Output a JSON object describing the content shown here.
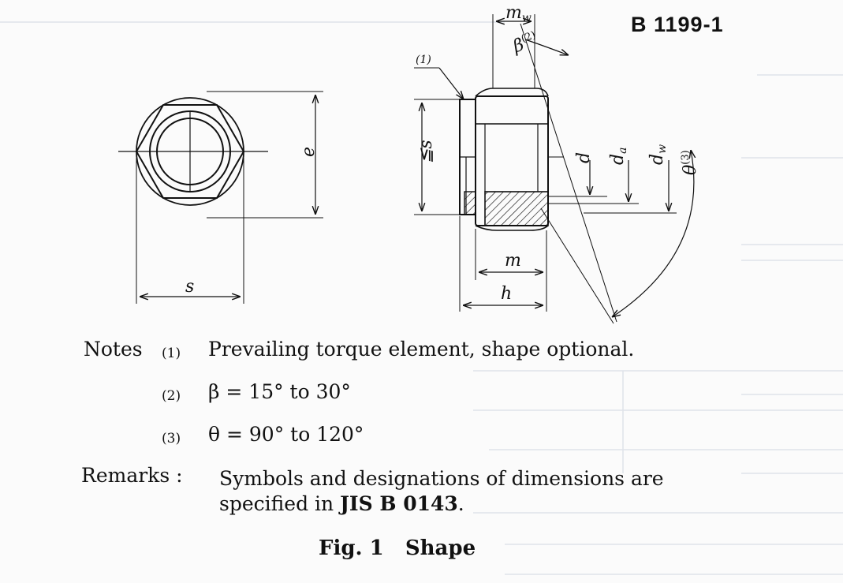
{
  "document": {
    "code": "B 1199-1"
  },
  "figure": {
    "labels": {
      "mw_base": "m",
      "mw_sub": "w",
      "beta": "β",
      "beta_note": "(2)",
      "note1_ref": "(1)",
      "e": "e",
      "s_front": "s",
      "s_side": "≦s",
      "d": "d",
      "da_base": "d",
      "da_sub": "a",
      "dw_base": "d",
      "dw_sub": "w",
      "theta": "θ",
      "theta_note": "(3)",
      "m": "m",
      "h": "h"
    },
    "caption_number": "Fig. 1",
    "caption_title": "Shape"
  },
  "notes": {
    "heading": "Notes",
    "items": [
      {
        "marker": "(1)",
        "text": "Prevailing torque element, shape optional."
      },
      {
        "marker": "(2)",
        "text": "β = 15° to 30°"
      },
      {
        "marker": "(3)",
        "text": "θ = 90° to 120°"
      }
    ]
  },
  "remarks": {
    "heading": "Remarks :",
    "line1": "Symbols and designations of dimensions are",
    "line2_prefix": "specified in ",
    "line2_bold": "JIS B 0143",
    "line2_suffix": "."
  },
  "colors": {
    "ink": "#111111",
    "bleed": "#c9d0dd"
  }
}
